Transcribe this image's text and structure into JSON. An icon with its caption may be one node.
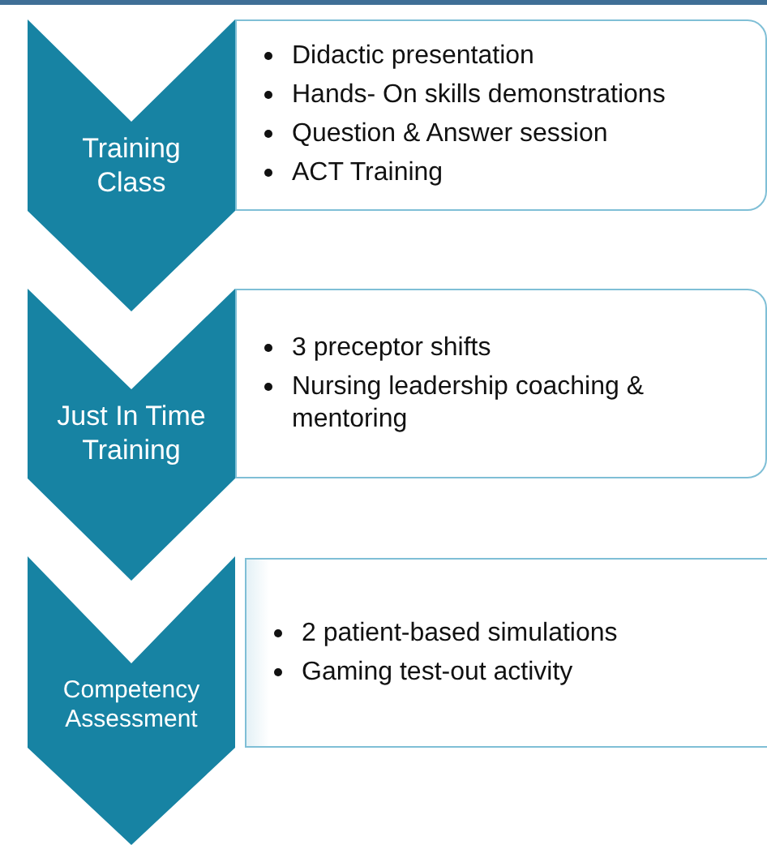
{
  "diagram": {
    "nodes": [
      {
        "text": [
          "Training Class"
        ]
      },
      {
        "text": [
          "Didactic presentation",
          "Hands- On skills demonstrations",
          "Question & Answer session",
          "ACT Training"
        ]
      },
      {
        "text": [
          "Just In Time Training"
        ]
      },
      {
        "text": [
          "3 preceptor shifts",
          "Nursing leadership coaching & mentoring"
        ]
      },
      {
        "text": [
          "Competency Assessment"
        ]
      },
      {
        "text": [
          "2 patient-based simulations",
          "Gaming test-out activity"
        ]
      }
    ]
  }
}
